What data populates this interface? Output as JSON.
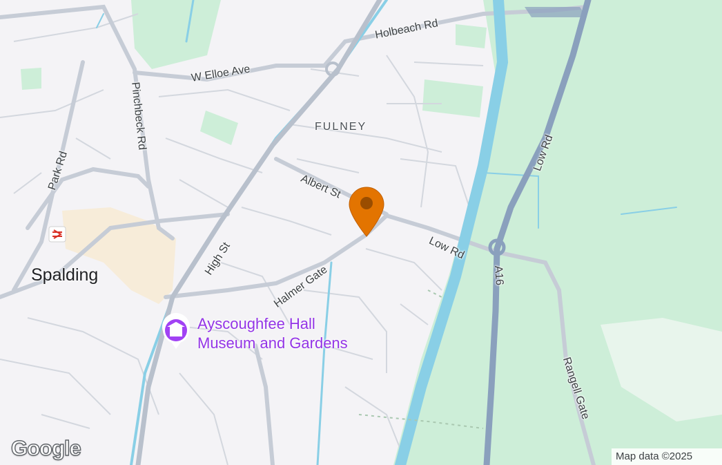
{
  "map": {
    "place_labels": {
      "fulney": "FULNEY",
      "spalding": "Spalding"
    },
    "road_labels": {
      "holbeach_rd": "Holbeach Rd",
      "w_elloe_ave": "W Elloe Ave",
      "pinchbeck_rd": "Pinchbeck Rd",
      "park_rd": "Park Rd",
      "albert_st": "Albert St",
      "high_st": "High St",
      "halmer_gate": "Halmer Gate",
      "low_rd_east": "Low Rd",
      "low_rd_north": "Low Rd",
      "a16": "A16",
      "rangell_gate": "Rangell Gate"
    },
    "poi": {
      "name_line1": "Ayscoughfee Hall",
      "name_line2": "Museum and Gardens",
      "icon": "museum-icon"
    },
    "marker": {
      "icon": "location-pin-icon",
      "color": "#e37400"
    },
    "colors": {
      "land": "#f4f3f6",
      "park": "#cdeed8",
      "water": "#89cfe6",
      "major_road": "#8aa0bd",
      "road": "#c6ccd6"
    },
    "attribution": "Map data ©2025",
    "logo": "Google"
  }
}
